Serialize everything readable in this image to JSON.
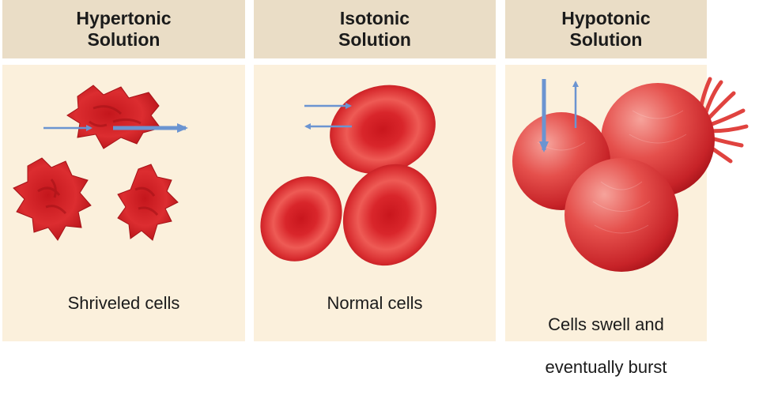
{
  "panels": [
    {
      "title_line1": "Hypertonic",
      "title_line2": "Solution",
      "caption": "Shriveled cells"
    },
    {
      "title_line1": "Isotonic",
      "title_line2": "Solution",
      "caption": "Normal cells"
    },
    {
      "title_line1": "Hypotonic",
      "title_line2": "Solution",
      "caption_line1": "Cells swell and",
      "caption_line2": "eventually burst"
    }
  ],
  "colors": {
    "header_bg": "#eaddc6",
    "panel_bg": "#fbf0dc",
    "cell_red": "#d8262c",
    "cell_dark": "#b0141a",
    "arrow_blue": "#6b94d1"
  },
  "icons": [
    "water-flow-arrow-icon"
  ]
}
